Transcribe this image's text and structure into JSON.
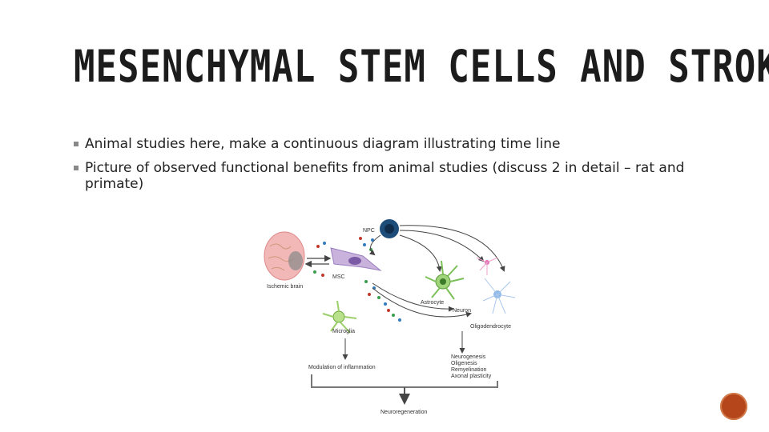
{
  "slide": {
    "title": "MESENCHYMAL STEM CELLS AND STROKE",
    "bullets": [
      "Animal studies here, make a continuous diagram illustrating time line",
      "Picture of observed functional benefits from animal studies (discuss 2 in detail – rat and primate)"
    ]
  },
  "diagram": {
    "labels": {
      "npc": "NPC",
      "ischemic_brain": "Ischemic brain",
      "msc": "MSC",
      "astrocyte": "Astrocyte",
      "neuron": "Neuron",
      "oligodendrocyte": "Oligodendrocyte",
      "microglia": "Microglia",
      "modulation": "Modulation of inflammation",
      "outcomes": [
        "Neurogenesis",
        "Oligenesis",
        "Remyelination",
        "Axonal plasticity"
      ],
      "neuroregeneration": "Neuroregeneration"
    },
    "colors": {
      "brain": "#f2b8b8",
      "msc": "#c9b3dc",
      "npc": "#1e4d7a",
      "astrocyte": "#9fd47a",
      "microglia": "#b9e08a",
      "neuron_pink": "#e06bb0",
      "oligodendrocyte": "#8fb8e6",
      "dot_red": "#c0392b",
      "dot_blue": "#2e7bbf",
      "dot_green": "#3a9e4a"
    }
  },
  "logo": {
    "icon": "circular-badge-icon",
    "color": "#b5451b"
  }
}
